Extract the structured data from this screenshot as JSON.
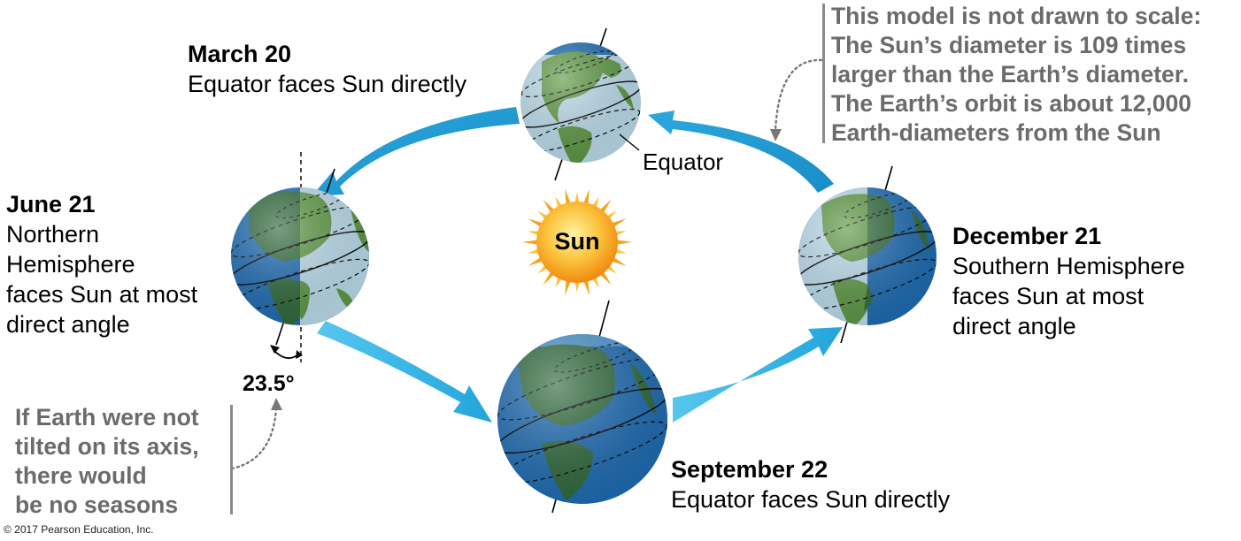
{
  "labels": {
    "march": {
      "date": "March 20",
      "desc": [
        "Equator faces Sun directly"
      ]
    },
    "june": {
      "date": "June 21",
      "desc": [
        "Northern",
        "Hemisphere",
        "faces Sun at most",
        "direct angle"
      ]
    },
    "december": {
      "date": "December 21",
      "desc": [
        "Southern Hemisphere",
        "faces Sun at most",
        "direct angle"
      ]
    },
    "september": {
      "date": "September 22",
      "desc": [
        "Equator faces Sun directly"
      ]
    }
  },
  "equator_label": "Equator",
  "sun_label": "Sun",
  "tilt_angle": "23.5°",
  "note_scale": [
    "This model is not drawn to scale:",
    "The Sun’s diameter is 109 times",
    "larger than the Earth’s diameter.",
    "The Earth’s orbit is about 12,000",
    "Earth-diameters from the Sun"
  ],
  "note_tilt": [
    "If Earth were not",
    "tilted on its axis,",
    "there would",
    "be no seasons"
  ],
  "copyright": "© 2017 Pearson Education, Inc.",
  "colors": {
    "ocean_lit": "#bfe0f0",
    "ocean_dark": "#1e6db5",
    "land_lit": "#5f9a45",
    "land_dark": "#2f6a3c",
    "arrow": "#2aa3d8",
    "sun": "#f7a21c",
    "note": "#6b6b6b"
  }
}
